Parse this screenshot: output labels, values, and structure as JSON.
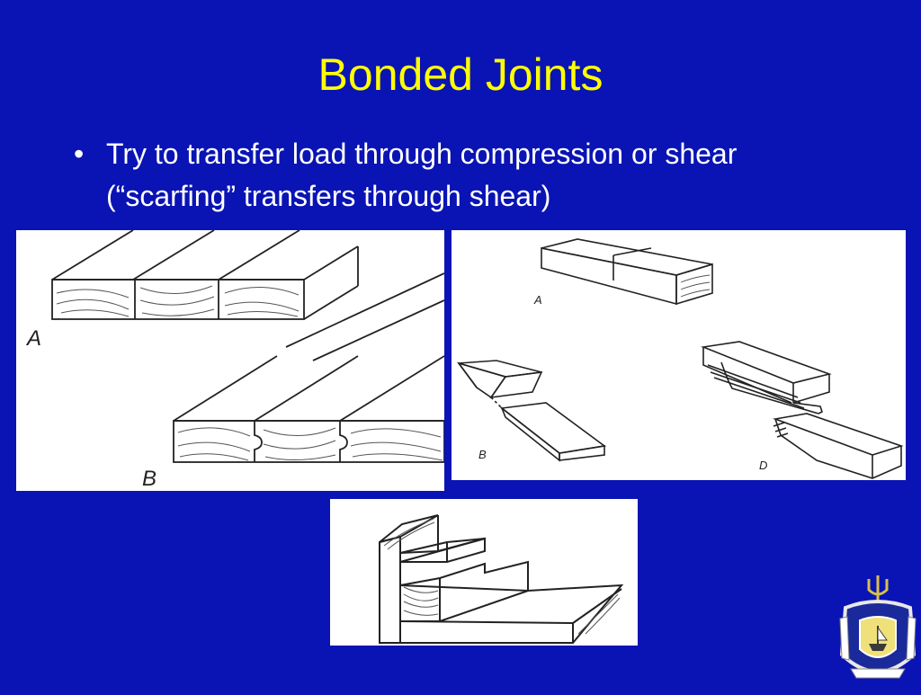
{
  "slide": {
    "title": "Bonded Joints",
    "bullets": [
      "Try to transfer load through compression or shear (“scarfing” transfers through shear)"
    ]
  },
  "figures": {
    "left": {
      "labels": [
        "A",
        "B"
      ]
    },
    "right": {
      "labels": [
        "A",
        "B",
        "D"
      ]
    }
  },
  "colors": {
    "background": "#0a14b4",
    "title": "#ffff00",
    "text": "#ffffff"
  },
  "logo": {
    "icon": "naval-academy-crest-icon"
  }
}
